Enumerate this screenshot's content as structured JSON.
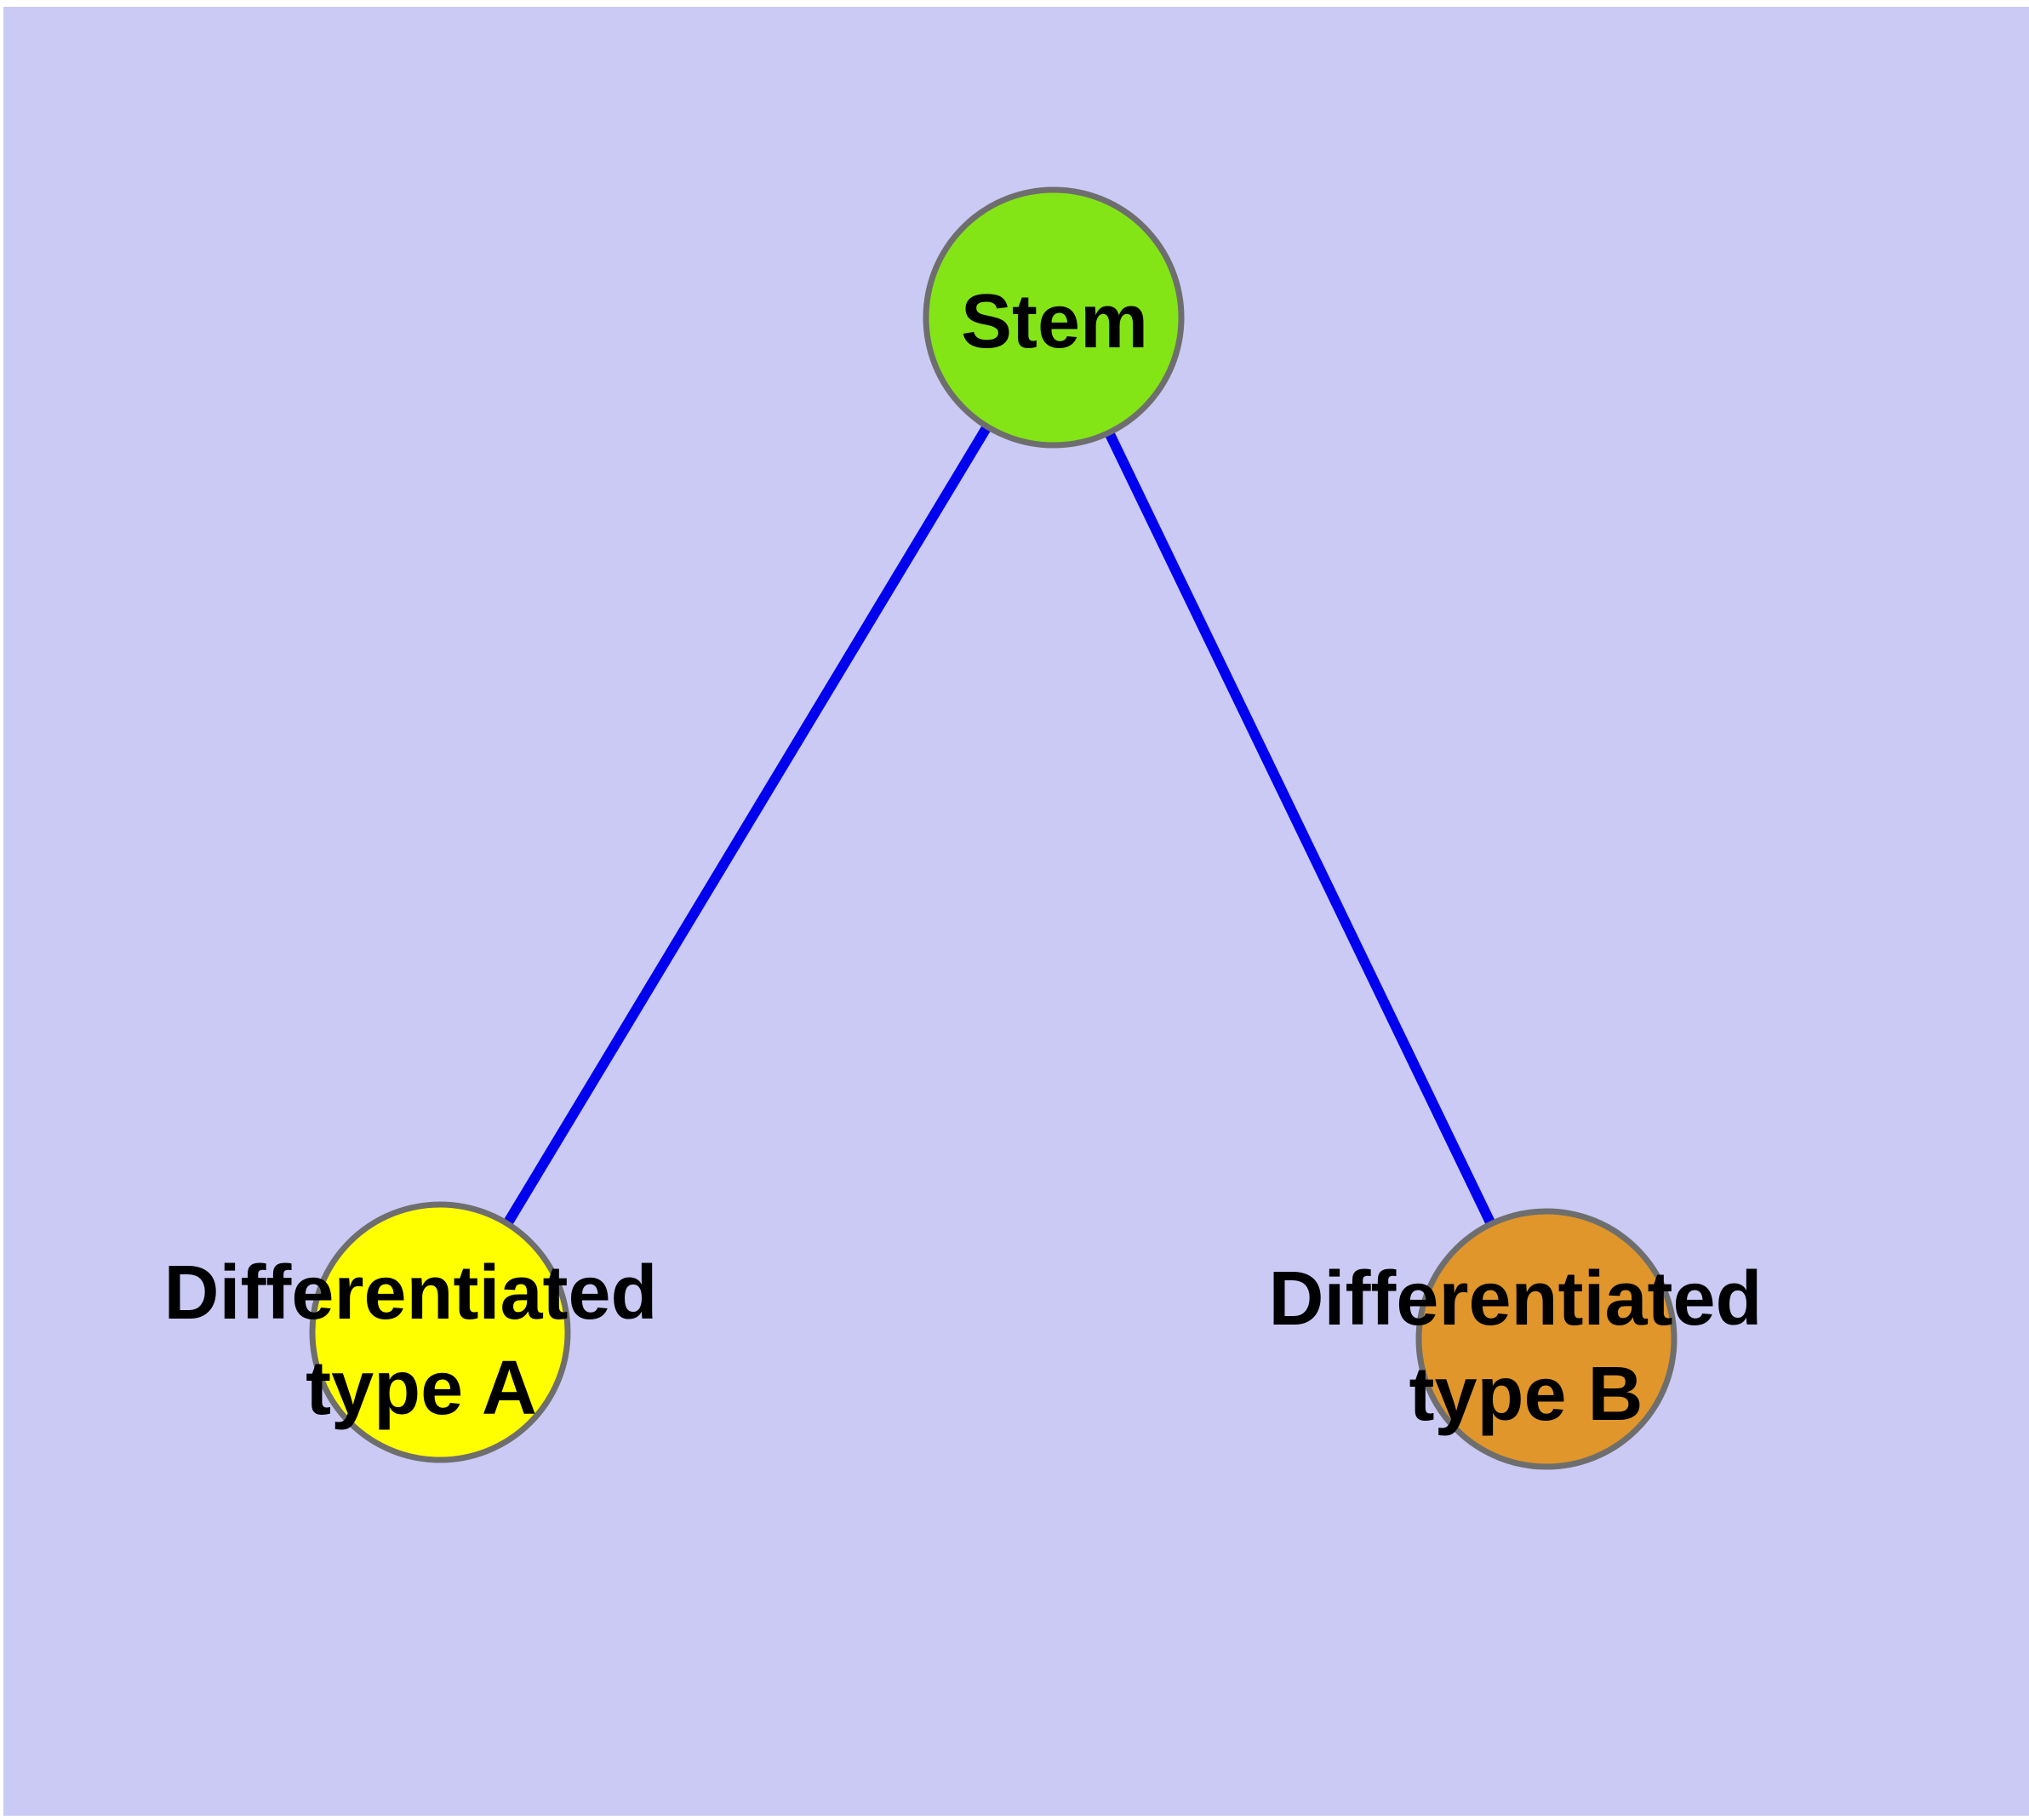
{
  "diagram": {
    "type": "node-link-graph",
    "page_color": "#ffffff",
    "background_color": "#cacaf5",
    "edge_color": "#0000ee",
    "node_border_color": "#6e6e6e",
    "label_color": "#000000",
    "nodes": [
      {
        "id": "stem",
        "fill": "#84e516",
        "lines": [
          "Stem"
        ]
      },
      {
        "id": "type-a",
        "fill": "#ffff00",
        "lines": [
          "Differentiated",
          "type A"
        ]
      },
      {
        "id": "type-b",
        "fill": "#e0962b",
        "lines": [
          "Differentiated",
          "type B"
        ]
      }
    ],
    "edges": [
      {
        "from": "stem",
        "to": "type-a"
      },
      {
        "from": "stem",
        "to": "type-b"
      }
    ]
  }
}
